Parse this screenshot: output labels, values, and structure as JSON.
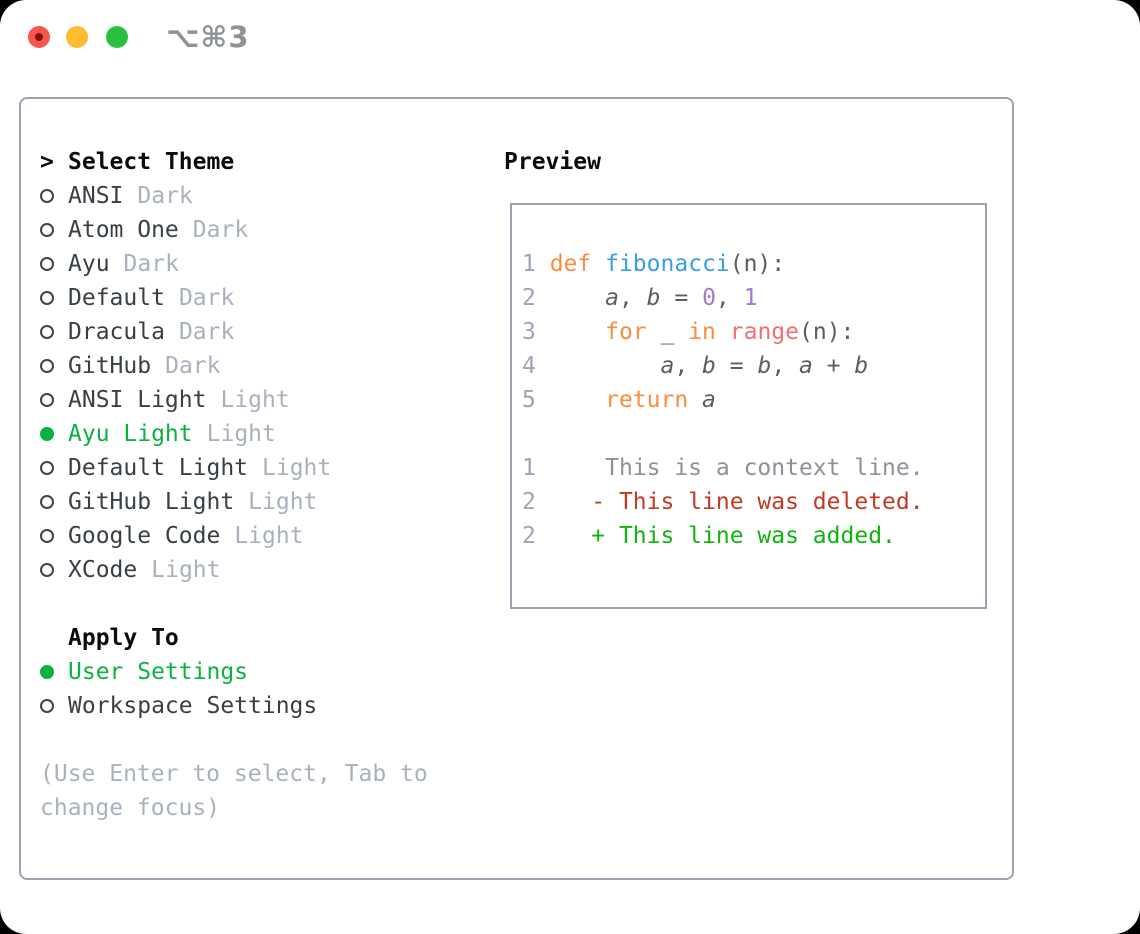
{
  "titlebar": {
    "title": "⌥⌘3",
    "buttons": [
      {
        "icon": "close-icon",
        "color": "#f5564d",
        "has_unsaved_dot": true
      },
      {
        "icon": "minimize-icon",
        "color": "#fdbd2e"
      },
      {
        "icon": "maximize-icon",
        "color": "#2ac03f"
      }
    ]
  },
  "theme_panel": {
    "prompt": ">",
    "title": "Select Theme",
    "themes": [
      {
        "name": "ANSI",
        "variant": "Dark",
        "selected": false
      },
      {
        "name": "Atom One",
        "variant": "Dark",
        "selected": false
      },
      {
        "name": "Ayu",
        "variant": "Dark",
        "selected": false
      },
      {
        "name": "Default",
        "variant": "Dark",
        "selected": false
      },
      {
        "name": "Dracula",
        "variant": "Dark",
        "selected": false
      },
      {
        "name": "GitHub",
        "variant": "Dark",
        "selected": false
      },
      {
        "name": "ANSI Light",
        "variant": "Light",
        "selected": false
      },
      {
        "name": "Ayu Light",
        "variant": "Light",
        "selected": true
      },
      {
        "name": "Default Light",
        "variant": "Light",
        "selected": false
      },
      {
        "name": "GitHub Light",
        "variant": "Light",
        "selected": false
      },
      {
        "name": "Google Code",
        "variant": "Light",
        "selected": false
      },
      {
        "name": "XCode",
        "variant": "Light",
        "selected": false
      }
    ],
    "apply_to": {
      "title": "Apply To",
      "options": [
        {
          "label": "User Settings",
          "selected": true
        },
        {
          "label": "Workspace Settings",
          "selected": false
        }
      ]
    },
    "hint": "(Use Enter to select, Tab to change focus)"
  },
  "preview": {
    "title": "Preview",
    "lines": [
      [
        [
          "1 ",
          "num"
        ],
        [
          "def",
          "kw"
        ],
        [
          " ",
          "pl"
        ],
        [
          "fibonacci",
          "fn"
        ],
        [
          "(n):",
          "pl"
        ]
      ],
      [
        [
          "2 ",
          "num"
        ],
        [
          "    ",
          "pl"
        ],
        [
          "a",
          "var"
        ],
        [
          ", ",
          "pl"
        ],
        [
          "b",
          "var"
        ],
        [
          " = ",
          "pl"
        ],
        [
          "0",
          "ct"
        ],
        [
          ", ",
          "pl"
        ],
        [
          "1",
          "ct"
        ]
      ],
      [
        [
          "3 ",
          "num"
        ],
        [
          "    ",
          "pl"
        ],
        [
          "for",
          "kw"
        ],
        [
          " _ ",
          "pl"
        ],
        [
          "in",
          "kw"
        ],
        [
          " ",
          "pl"
        ],
        [
          "range",
          "sp"
        ],
        [
          "(n):",
          "pl"
        ]
      ],
      [
        [
          "4 ",
          "num"
        ],
        [
          "        ",
          "pl"
        ],
        [
          "a",
          "var"
        ],
        [
          ", ",
          "pl"
        ],
        [
          "b",
          "var"
        ],
        [
          " = ",
          "pl"
        ],
        [
          "b",
          "var"
        ],
        [
          ", ",
          "pl"
        ],
        [
          "a",
          "var"
        ],
        [
          " + ",
          "pl"
        ],
        [
          "b",
          "var"
        ]
      ],
      [
        [
          "5 ",
          "num"
        ],
        [
          "    ",
          "pl"
        ],
        [
          "return",
          "kw"
        ],
        [
          " ",
          "pl"
        ],
        [
          "a",
          "var"
        ]
      ],
      [],
      [
        [
          "1     ",
          "num"
        ],
        [
          "This is a context line.",
          "ctx"
        ]
      ],
      [
        [
          "2    ",
          "num"
        ],
        [
          "- This line was deleted.",
          "del"
        ]
      ],
      [
        [
          "2    ",
          "num"
        ],
        [
          "+ This line was added.",
          "add"
        ]
      ]
    ]
  },
  "colors": {
    "accent_green": "#0cb143",
    "diff_added": "#10b410",
    "diff_removed": "#c03b22",
    "syntax_keyword": "#fa8d3e",
    "syntax_function": "#399ee6",
    "syntax_builtin": "#f07171",
    "syntax_constant": "#a37acc",
    "muted_text": "#a9b2bc",
    "panel_border": "#9aa3ae"
  }
}
